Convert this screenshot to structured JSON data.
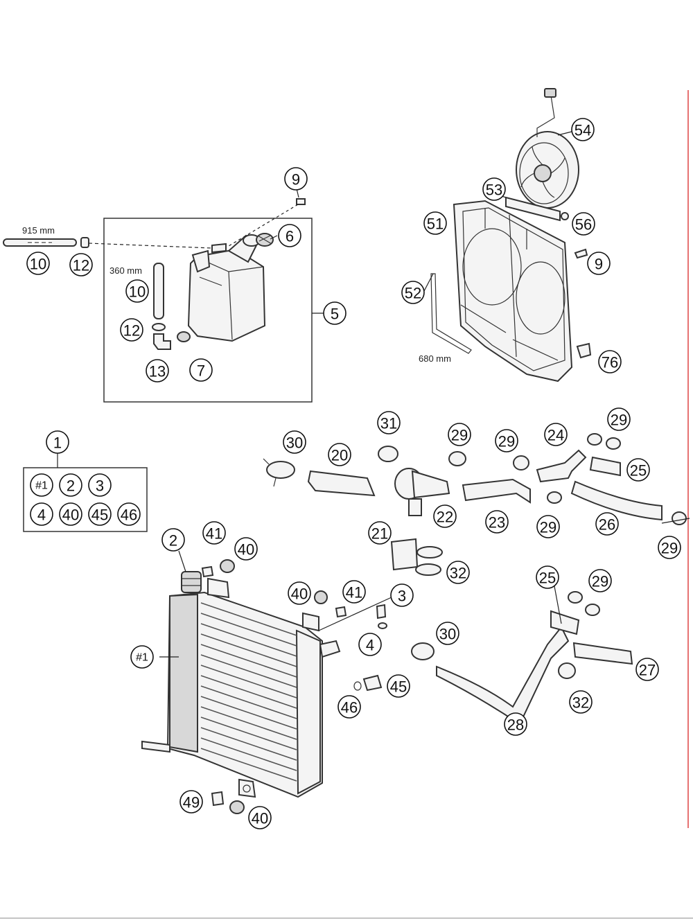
{
  "callouts": {
    "c1": "1",
    "c2": "2",
    "c3": "3",
    "c4": "4",
    "c5": "5",
    "c6": "6",
    "c7": "7",
    "c9a": "9",
    "c9b": "9",
    "c10a": "10",
    "c10b": "10",
    "c12a": "12",
    "c12b": "12",
    "c13": "13",
    "c20": "20",
    "c21": "21",
    "c22": "22",
    "c23": "23",
    "c24": "24",
    "c25a": "25",
    "c25b": "25",
    "c26": "26",
    "c27": "27",
    "c28": "28",
    "c29a": "29",
    "c29b": "29",
    "c29c": "29",
    "c29d": "29",
    "c29e": "29",
    "c29f": "29",
    "c30a": "30",
    "c30b": "30",
    "c31": "31",
    "c32a": "32",
    "c32b": "32",
    "c40a": "40",
    "c40b": "40",
    "c40c": "40",
    "c41a": "41",
    "c41b": "41",
    "c45": "45",
    "c46": "46",
    "c49": "49",
    "c51": "51",
    "c52": "52",
    "c53": "53",
    "c54": "54",
    "c56": "56",
    "c76": "76",
    "c1main": "#1"
  },
  "kit_items": [
    "#1",
    "2",
    "3",
    "4",
    "40",
    "45",
    "46"
  ],
  "dimensions": {
    "hose_915": "915 mm",
    "hose_360": "360 mm",
    "hose_680": "680 mm"
  }
}
